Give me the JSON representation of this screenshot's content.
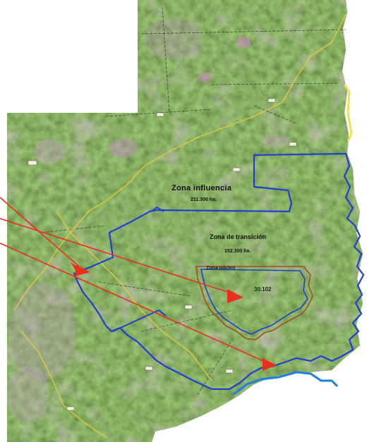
{
  "labels": {
    "influence_zone": "Zona influencia",
    "influence_area": "211.300 ha.",
    "transition_zone": "Zona de transición",
    "transition_area": "152.300 ha.",
    "core_zone": "Zona núcleo",
    "core_area": "30.102"
  },
  "colors": {
    "vegetation": "#3f6a2c",
    "zone_boundary": "#1f3fd0",
    "core_boundary": "#a84a26",
    "road": "#e3cb3b",
    "arrow": "#e8301c",
    "river": "#1e7fe0"
  }
}
